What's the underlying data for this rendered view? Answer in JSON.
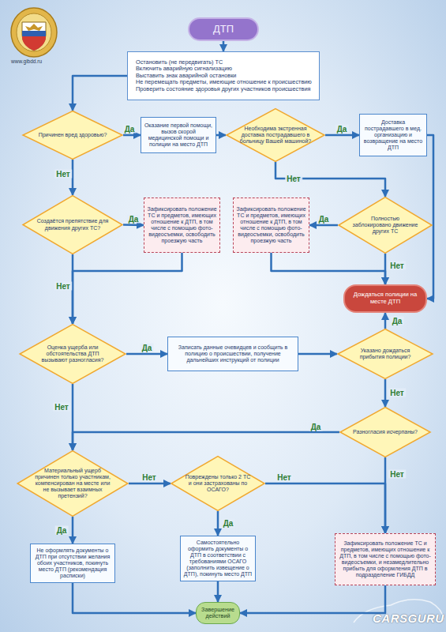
{
  "diagram": {
    "nodes": [
      {
        "text": [
          "ДТП"
        ]
      },
      {
        "text": [
          "Остановить (не передвигать) ТС",
          "Включить аварийную сигнализацию",
          "Выставить знак аварийной остановки",
          "Не перемещать предметы, имеющие отношение к происшествию",
          "Проверить состояние здоровья других участников происшествия"
        ]
      },
      {
        "text": [
          "Причинен вред здоровью?"
        ]
      },
      {
        "text": [
          "Оказание первой помощи, вызов скорой медицинской помощи и полиции на место ДТП"
        ]
      },
      {
        "text": [
          "Необходима экстренная доставка пострадавшего в больницу Вашей машиной?"
        ]
      },
      {
        "text": [
          "Доставка пострадавшего в мед. организацию и возвращение на место ДТП"
        ]
      },
      {
        "text": [
          "Создаётся препятствие для движения других ТС?"
        ]
      },
      {
        "text": [
          "Зафиксировать положение ТС и предметов, имеющих отношение к ДТП, в том числе с помощью фото-видеосъемки, освободить проезжую часть"
        ]
      },
      {
        "text": [
          "Зафиксировать положение ТС и предметов, имеющих отношение к ДТП, в том числе с помощью фото-видеосъемки, освободить проезжую часть"
        ]
      },
      {
        "text": [
          "Полностью заблокировано движение других ТС"
        ]
      },
      {
        "text": [
          "Дождаться полиции на месте ДТП"
        ]
      },
      {
        "text": [
          "Оценка ущерба или обстоятельства ДТП вызывают разногласия?"
        ]
      },
      {
        "text": [
          "Записать данные очевидцев и сообщить в полицию о происшествии, получение дальнейших инструкций от полиции"
        ]
      },
      {
        "text": [
          "Указано дождаться прибытия полиции?"
        ]
      },
      {
        "text": [
          "Разногласия исчерпаны?"
        ]
      },
      {
        "text": [
          "Материальный ущерб причинен только участникам, компенсирован на месте или не вызывает взаимных претензий?"
        ]
      },
      {
        "text": [
          "Повреждены только 2 ТС и они застрахованы по ОСАГО?"
        ]
      },
      {
        "text": [
          "Зафиксировать положение ТС и предметов, имеющих отношение к ДТП, в том числе с помощью фото-видеосъемки, и незамедлительно прибыть для оформления ДТП в подразделение ГИБДД"
        ]
      },
      {
        "text": [
          "Не оформлять документы о ДТП при отсутствии желания обоих участников, покинуть место ДТП (рекомендация расписки)"
        ]
      },
      {
        "text": [
          "Самостоятельно оформить документы о ДТП в соответствии с требованиями ОСАГО (заполнить извещение о ДТП), покинуть место ДТП"
        ]
      },
      {
        "text": [
          "Завершение действий"
        ]
      }
    ],
    "edges": [
      {
        "from": 0,
        "to": 1,
        "arrow": "to"
      },
      {
        "from": 1,
        "to": 2,
        "arrow": "to"
      },
      {
        "from": 2,
        "to": 3,
        "label": "Да",
        "arrow": "to"
      },
      {
        "from": 3,
        "to": 4,
        "arrow": "to"
      },
      {
        "from": 4,
        "to": 5,
        "label": "Да",
        "arrow": "to"
      },
      {
        "from": 4,
        "to": 9,
        "label": "Нет",
        "arrow": "to"
      },
      {
        "from": 5,
        "to": 10,
        "arrow": "to"
      },
      {
        "from": 2,
        "to": 6,
        "label": "Нет",
        "arrow": "to"
      },
      {
        "from": 6,
        "to": 7,
        "label": "Да",
        "arrow": "to"
      },
      {
        "from": 7,
        "to": 11,
        "arrow": "to"
      },
      {
        "from": 6,
        "to": 11,
        "label": "Нет",
        "arrow": "to"
      },
      {
        "from": 9,
        "to": 8,
        "label": "Да",
        "arrow": "to"
      },
      {
        "from": 8,
        "to": 10,
        "arrow": "to"
      },
      {
        "from": 9,
        "to": 10,
        "label": "Нет",
        "arrow": "to"
      },
      {
        "from": 11,
        "to": 12,
        "label": "Да",
        "arrow": "to"
      },
      {
        "from": 12,
        "to": 13,
        "arrow": "to"
      },
      {
        "from": 13,
        "to": 10,
        "label": "Да",
        "arrow": "to"
      },
      {
        "from": 13,
        "to": 14,
        "label": "Нет",
        "arrow": "to"
      },
      {
        "from": 14,
        "to": 15,
        "label": "Да",
        "arrow": "to"
      },
      {
        "from": 11,
        "to": 15,
        "label": "Нет",
        "arrow": "to"
      },
      {
        "from": 15,
        "to": 18,
        "label": "Да",
        "arrow": "to"
      },
      {
        "from": 15,
        "to": 16,
        "label": "Нет",
        "arrow": "to"
      },
      {
        "from": 16,
        "to": 19,
        "label": "Да",
        "arrow": "to"
      },
      {
        "from": 16,
        "to": 17,
        "label": "Нет",
        "arrow": "to"
      },
      {
        "from": 14,
        "to": 17,
        "label": "Нет",
        "arrow": "to"
      },
      {
        "from": 18,
        "to": 20,
        "arrow": "to"
      },
      {
        "from": 19,
        "to": 20,
        "arrow": "to"
      },
      {
        "from": 17,
        "to": 20,
        "arrow": "to"
      }
    ],
    "labels": [
      "www.gibdd.ru",
      "CARSGURU"
    ]
  }
}
